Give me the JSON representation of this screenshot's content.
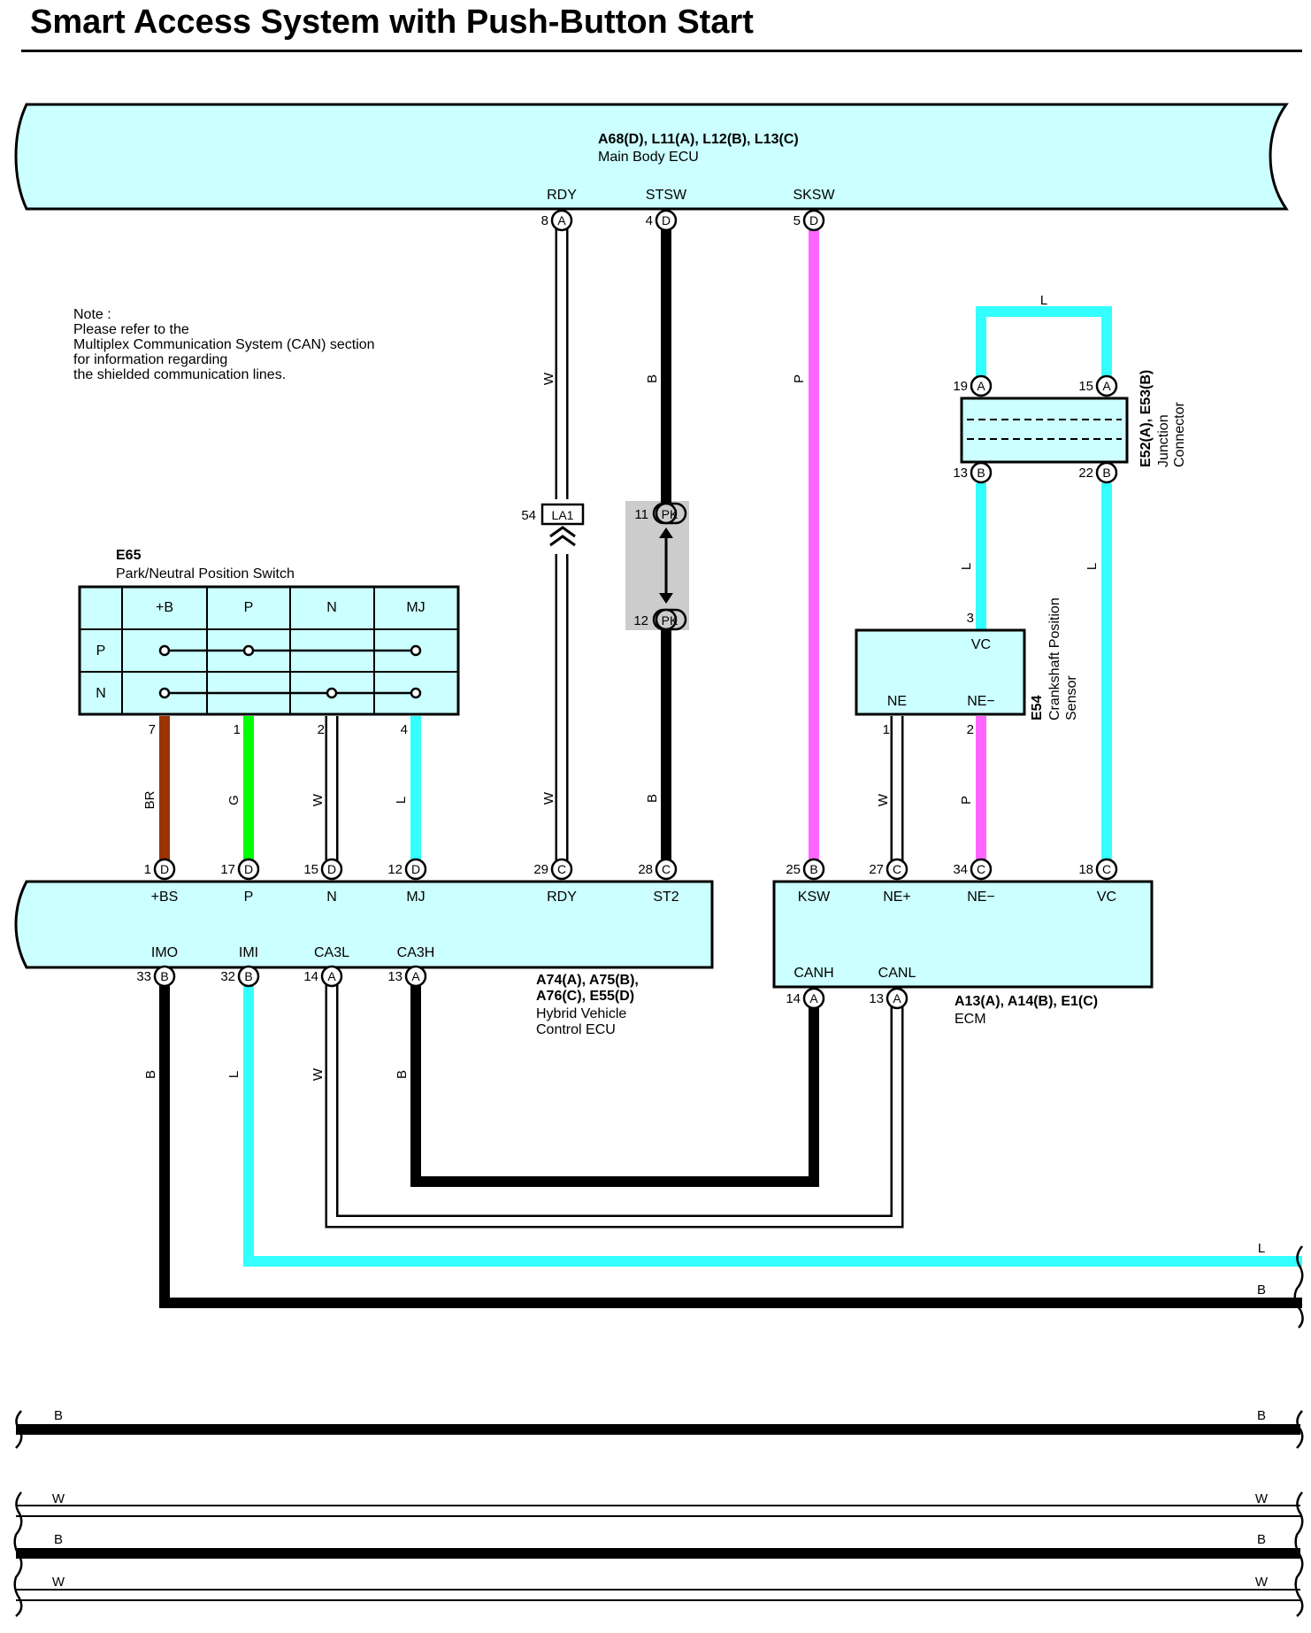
{
  "title": "Smart Access System with Push-Button Start",
  "colors": {
    "component_fill": "#ccffff",
    "wire_black": "#000000",
    "wire_white": "#ffffff",
    "wire_pink": "#ff66ff",
    "wire_light_blue": "#33ffff",
    "wire_brown": "#993300",
    "wire_green": "#00ff00",
    "junction_shade": "#cccccc"
  },
  "note": {
    "lines": [
      "Note :",
      "Please refer to the",
      "Multiplex Communication System (CAN) section",
      "for information regarding",
      "the shielded communication lines."
    ]
  },
  "main_body_ecu": {
    "code": "A68(D), L11(A), L12(B), L13(C)",
    "name": "Main Body ECU",
    "pins": [
      {
        "num": "8",
        "conn": "A",
        "label": "RDY"
      },
      {
        "num": "4",
        "conn": "D",
        "label": "STSW"
      },
      {
        "num": "5",
        "conn": "D",
        "label": "SKSW"
      }
    ]
  },
  "junction_connector": {
    "code": "E52(A), E53(B)",
    "name_line1": "Junction",
    "name_line2": "Connector",
    "pins": [
      {
        "num": "19",
        "conn": "A"
      },
      {
        "num": "15",
        "conn": "A"
      },
      {
        "num": "13",
        "conn": "B"
      },
      {
        "num": "22",
        "conn": "B"
      }
    ]
  },
  "pn_switch": {
    "code": "E65",
    "name": "Park/Neutral Position Switch",
    "columns": [
      "+B",
      "P",
      "N",
      "MJ"
    ],
    "rows": [
      "P",
      "N"
    ],
    "pins": [
      "7",
      "1",
      "2",
      "4"
    ]
  },
  "crank_sensor": {
    "code": "E54",
    "name_line1": "Crankshaft Position",
    "name_line2": "Sensor",
    "terminals": [
      "VC",
      "NE",
      "NE−"
    ],
    "pins": [
      "3",
      "1",
      "2"
    ]
  },
  "hv_ecu": {
    "code_line1": "A74(A), A75(B),",
    "code_line2": "A76(C), E55(D)",
    "name_line1": "Hybrid Vehicle",
    "name_line2": "Control ECU",
    "top_pins": [
      {
        "num": "1",
        "conn": "D",
        "label": "+BS"
      },
      {
        "num": "17",
        "conn": "D",
        "label": "P"
      },
      {
        "num": "15",
        "conn": "D",
        "label": "N"
      },
      {
        "num": "12",
        "conn": "D",
        "label": "MJ"
      },
      {
        "num": "29",
        "conn": "C",
        "label": "RDY"
      },
      {
        "num": "28",
        "conn": "C",
        "label": "ST2"
      }
    ],
    "bottom_pins": [
      {
        "num": "33",
        "conn": "B",
        "label": "IMO"
      },
      {
        "num": "32",
        "conn": "B",
        "label": "IMI"
      },
      {
        "num": "14",
        "conn": "A",
        "label": "CA3L"
      },
      {
        "num": "13",
        "conn": "A",
        "label": "CA3H"
      }
    ]
  },
  "ecm": {
    "code": "A13(A), A14(B), E1(C)",
    "name": "ECM",
    "top_pins": [
      {
        "num": "25",
        "conn": "B",
        "label": "KSW"
      },
      {
        "num": "27",
        "conn": "C",
        "label": "NE+"
      },
      {
        "num": "34",
        "conn": "C",
        "label": "NE−"
      },
      {
        "num": "18",
        "conn": "C",
        "label": "VC"
      }
    ],
    "bottom_pins": [
      {
        "num": "14",
        "conn": "A",
        "label": "CANH"
      },
      {
        "num": "13",
        "conn": "A",
        "label": "CANL"
      }
    ]
  },
  "inline_connectors": {
    "la1": {
      "num": "54",
      "name": "LA1"
    },
    "pk_top": {
      "num": "11",
      "name": "PK"
    },
    "pk_bottom": {
      "num": "12",
      "name": "PK"
    }
  },
  "wire_colors": {
    "rdy": "W",
    "stsw": "B",
    "sksw": "P",
    "jc_loop": "L",
    "jc_left": "L",
    "jc_right": "L",
    "pn_bs": "BR",
    "pn_p": "G",
    "pn_n": "W",
    "pn_mj": "L",
    "ne_plus": "W",
    "ne_minus": "P",
    "imo": "B",
    "imi": "L",
    "ca3l": "W",
    "ca3h": "B"
  },
  "continuation_labels": {
    "upper_L": "L",
    "upper_B": "B",
    "lower": [
      "B",
      "W",
      "B",
      "W"
    ]
  }
}
